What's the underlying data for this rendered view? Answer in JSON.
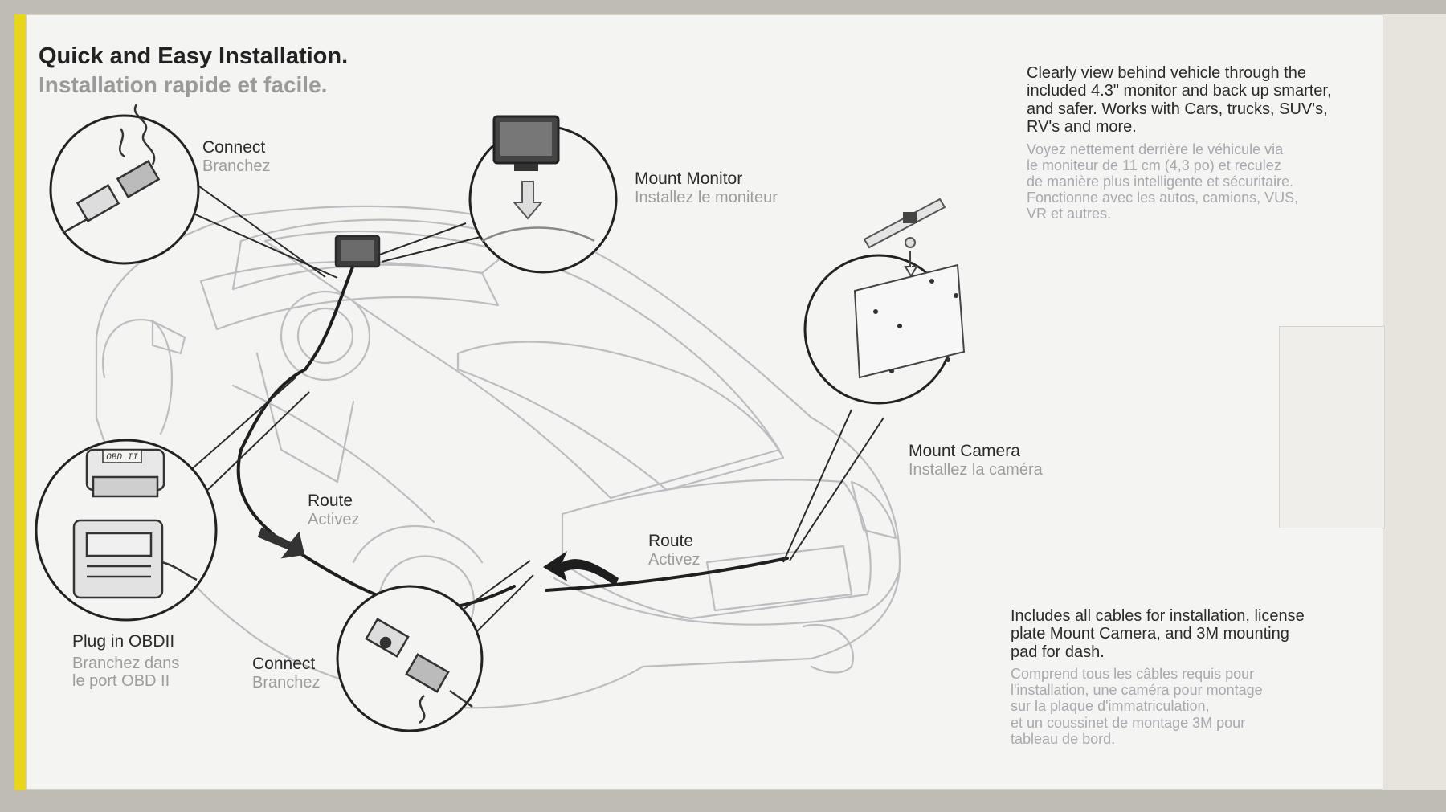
{
  "heading": {
    "title_en": "Quick and Easy Installation.",
    "title_fr": "Installation rapide et facile."
  },
  "steps": {
    "connect_top": {
      "en": "Connect",
      "fr": "Branchez"
    },
    "mount_monitor": {
      "en": "Mount Monitor",
      "fr": "Installez le moniteur"
    },
    "mount_camera": {
      "en": "Mount Camera",
      "fr": "Installez la caméra"
    },
    "route_left": {
      "en": "Route",
      "fr": "Activez"
    },
    "route_right": {
      "en": "Route",
      "fr": "Activez"
    },
    "plug_obd": {
      "en": "Plug in OBDII",
      "fr_line1": "Branchez dans",
      "fr_line2": "le port OBD II"
    },
    "connect_bottom": {
      "en": "Connect",
      "fr": "Branchez"
    }
  },
  "obd_tag": "OBD II",
  "description_top": {
    "en_lines": [
      "Clearly view behind vehicle through the",
      "included 4.3\" monitor and back up smarter,",
      "and safer. Works with Cars, trucks, SUV's,",
      "RV's and more."
    ],
    "fr_lines": [
      "Voyez nettement derrière le véhicule via",
      "le moniteur de 11 cm (4,3 po) et reculez",
      "de manière plus intelligente et sécuritaire.",
      "Fonctionne avec les autos, camions, VUS,",
      "VR et autres."
    ]
  },
  "description_bottom": {
    "en_lines": [
      "Includes all cables for installation, license",
      "plate Mount Camera, and 3M mounting",
      "pad for dash."
    ],
    "fr_lines": [
      "Comprend tous les câbles requis pour",
      "l'installation, une caméra pour montage",
      "sur la plaque d'immatriculation,",
      "et un coussinet de montage 3M pour",
      "tableau de bord."
    ]
  },
  "colors": {
    "accent_yellow": "#e9d51a",
    "text_dark": "#2a2a2a",
    "text_french": "#9c9c9c",
    "line_art": "#b9b9bd"
  }
}
